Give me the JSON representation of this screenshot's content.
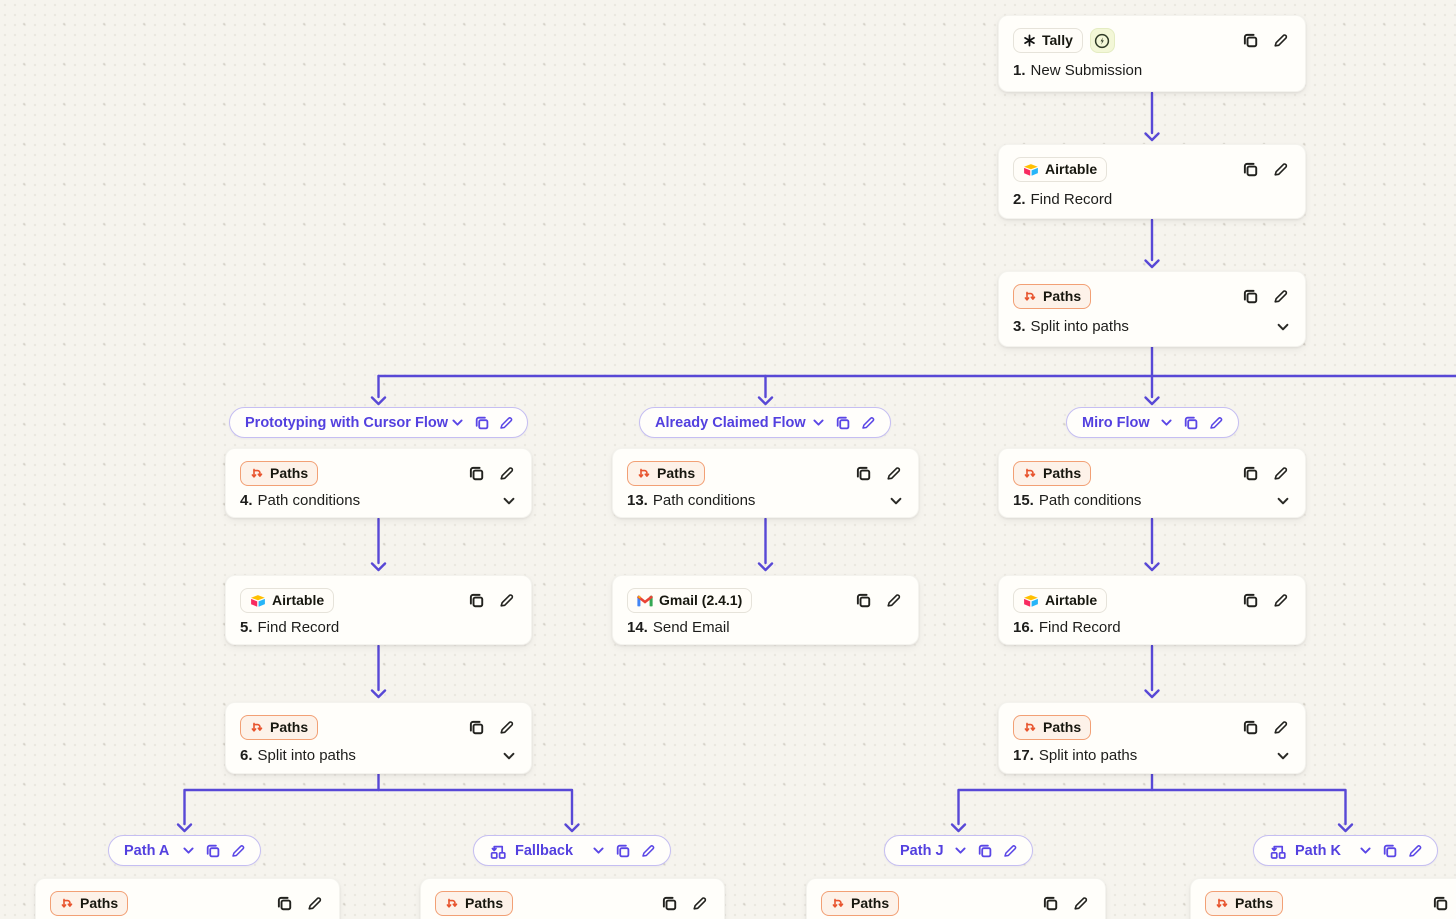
{
  "colors": {
    "canvas_bg": "#f6f4ee",
    "connector_purple": "#5848d6",
    "paths_orange": "#e8542e",
    "pill_text_purple": "#5340df",
    "card_bg": "#fffefa"
  },
  "nodes": {
    "n1": {
      "app": "Tally",
      "num": "1.",
      "title": "New Submission"
    },
    "n2": {
      "app": "Airtable",
      "num": "2.",
      "title": "Find Record"
    },
    "n3": {
      "app": "Paths",
      "num": "3.",
      "title": "Split into paths"
    },
    "n4": {
      "app": "Paths",
      "num": "4.",
      "title": "Path conditions"
    },
    "n5": {
      "app": "Airtable",
      "num": "5.",
      "title": "Find Record"
    },
    "n6": {
      "app": "Paths",
      "num": "6.",
      "title": "Split into paths"
    },
    "n13": {
      "app": "Paths",
      "num": "13.",
      "title": "Path conditions"
    },
    "n14": {
      "app": "Gmail (2.4.1)",
      "num": "14.",
      "title": "Send Email"
    },
    "n15": {
      "app": "Paths",
      "num": "15.",
      "title": "Path conditions"
    },
    "n16": {
      "app": "Airtable",
      "num": "16.",
      "title": "Find Record"
    },
    "n17": {
      "app": "Paths",
      "num": "17.",
      "title": "Split into paths"
    },
    "b1": {
      "app": "Paths"
    },
    "b2": {
      "app": "Paths"
    },
    "b3": {
      "app": "Paths"
    },
    "b4": {
      "app": "Paths"
    }
  },
  "paths": {
    "p1": {
      "label": "Prototyping with Cursor Flow"
    },
    "p2": {
      "label": "Already Claimed Flow"
    },
    "p3": {
      "label": "Miro Flow"
    },
    "p4": {
      "label": "Path A"
    },
    "p5": {
      "label": "Fallback"
    },
    "p6": {
      "label": "Path J"
    },
    "p7": {
      "label": "Path K"
    }
  }
}
